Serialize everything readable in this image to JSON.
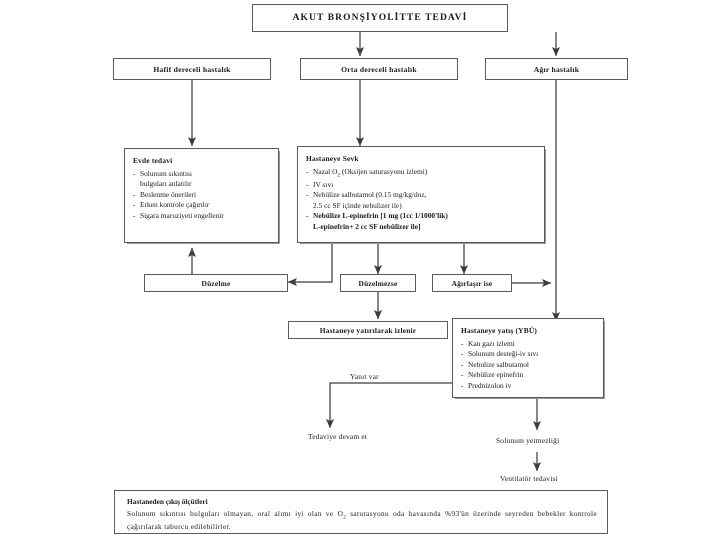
{
  "chart_data": {
    "type": "diagram",
    "title": "AKUT BRONŞİYOLİTTE TEDAVİ",
    "language": "tr",
    "nodes": [
      {
        "id": "title",
        "label": "AKUT BRONŞİYOLİTTE TEDAVİ"
      },
      {
        "id": "mild",
        "label": "Hafif dereceli hastalık"
      },
      {
        "id": "moderate",
        "label": "Orta dereceli hastalık"
      },
      {
        "id": "severe",
        "label": "Ağır hastalık"
      },
      {
        "id": "home",
        "label": "Evde tedavi"
      },
      {
        "id": "referral",
        "label": "Hastaneye Sevk"
      },
      {
        "id": "improve",
        "label": "Düzelme"
      },
      {
        "id": "noimprove",
        "label": "Düzelmezse"
      },
      {
        "id": "worsen",
        "label": "Ağırlaşır ise"
      },
      {
        "id": "admit",
        "label": "Hastaneye yatırılarak izlenir"
      },
      {
        "id": "icu",
        "label": "Hastaneye yatış (YBÜ)"
      },
      {
        "id": "continue",
        "label": "Tedaviye devam et"
      },
      {
        "id": "failure",
        "label": "Solunum yetmezliği"
      },
      {
        "id": "ventilator",
        "label": "Ventilatör tedavisi"
      },
      {
        "id": "discharge",
        "label": "Hastaneden çıkış ölçütleri"
      }
    ],
    "edges": [
      {
        "from": "title",
        "to": "moderate"
      },
      {
        "from": "title",
        "to": "severe"
      },
      {
        "from": "mild",
        "to": "home"
      },
      {
        "from": "moderate",
        "to": "referral"
      },
      {
        "from": "severe",
        "to": "icu"
      },
      {
        "from": "referral",
        "to": "improve"
      },
      {
        "from": "referral",
        "to": "noimprove"
      },
      {
        "from": "referral",
        "to": "worsen"
      },
      {
        "from": "improve",
        "to": "home"
      },
      {
        "from": "noimprove",
        "to": "admit"
      },
      {
        "from": "worsen",
        "to": "icu"
      },
      {
        "from": "icu",
        "to": "continue",
        "label": "Yanıt var"
      },
      {
        "from": "icu",
        "to": "failure"
      },
      {
        "from": "failure",
        "to": "ventilator"
      }
    ]
  },
  "title": {
    "text": "AKUT BRONŞİYOLİTTE TEDAVİ"
  },
  "severity": {
    "mild": "Hafif dereceli hastalık",
    "moderate": "Orta dereceli hastalık",
    "severe": "Ağır hastalık"
  },
  "home_treatment": {
    "header": "Evde tedavi",
    "items": [
      "Solunum sıkıntısı\nbulguları anlatılır",
      "Beslenme önerileri",
      "Erken kontrole çağırılır",
      "Sigara maruziyeti engellenir"
    ]
  },
  "hospital_referral": {
    "header": "Hastaneye Sevk",
    "items": [
      {
        "text": "Nazal O2 (Oksijen saturasyonu izlemi)",
        "bold": false,
        "has_sub": true,
        "pre": "Nazal O",
        "sub": "2",
        "post": " (Oksijen saturasyonu izlemi)"
      },
      {
        "text": "IV sıvı",
        "bold": false
      },
      {
        "text": "Nebülize salbutamol (0.15 mg/kg/doz,\n2.5 cc SF içinde nebulizer ile)",
        "bold": false
      },
      {
        "text": "Nebülize L-epinefrin [1 mg (1cc 1/1000'lik)\nL-epinefrin+ 2 cc SF nebülizer ile]",
        "bold": true
      }
    ]
  },
  "outcomes": {
    "improve": "Düzelme",
    "no_improve": "Düzelmezse",
    "worsen": "Ağırlaşır ise"
  },
  "ward_admission": {
    "label": "Hastaneye yatırılarak izlenir"
  },
  "icu_admission": {
    "header": "Hastaneye yatış (YBÜ)",
    "items": [
      "Kan gazı izlemi",
      "Solunum desteği-iv sıvı",
      "Nebulize salbutamol",
      "Nebülize epinefrin",
      "Prednizolon iv"
    ]
  },
  "edge_labels": {
    "response": "Yanıt var"
  },
  "endpoints": {
    "continue_treatment": "Tedaviye devam et",
    "respiratory_failure": "Solunum yetmezliği",
    "ventilator_treatment": "Ventilatör tedavisi"
  },
  "discharge_criteria": {
    "header": "Hastaneden çıkış ölçütleri",
    "body_pre": "Solunum sıkıntısı bulguları olmayan, oral alımı iyi olan ve O",
    "body_sub": "2",
    "body_post": " saturasyonu oda havasında %93'ün üzerinde seyreden bebekler kontrole çağırılarak taburcu edilebilirler."
  },
  "colors": {
    "border": "#5a5a5a",
    "text": "#1a1a1a",
    "background": "#ffffff",
    "arrow": "#3c3c3c"
  }
}
